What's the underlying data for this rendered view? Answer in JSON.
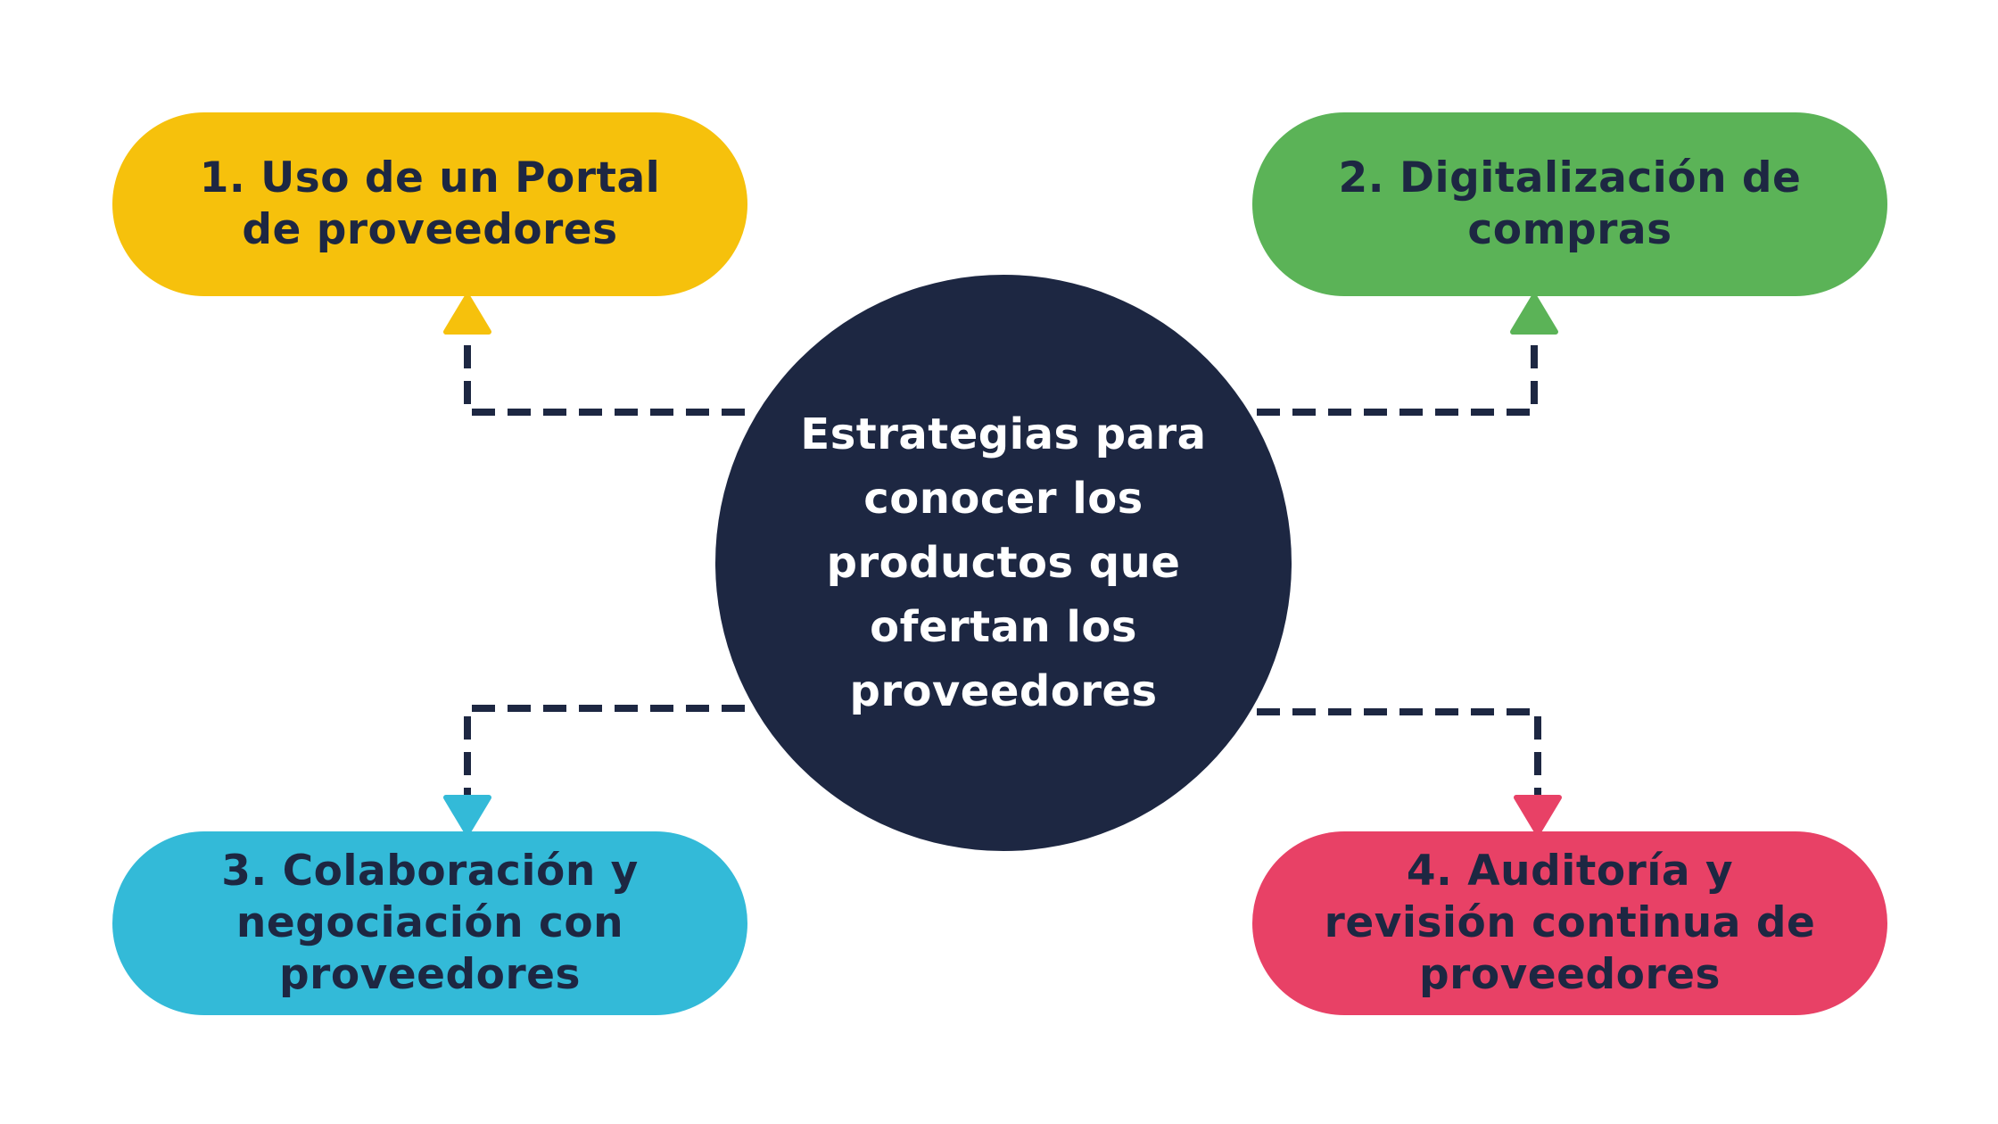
{
  "center": {
    "text": "Estrategias para conocer los productos que ofertan los proveedores",
    "color": "#1d2742"
  },
  "nodes": [
    {
      "text": "1. Uso de un Portal de proveedores",
      "color": "#f6c10c"
    },
    {
      "text": "2. Digitalización de compras",
      "color": "#5bb357"
    },
    {
      "text": "3. Colaboración y negociación con proveedores",
      "color": "#33bad8"
    },
    {
      "text": "4. Auditoría y revisión continua de proveedores",
      "color": "#e84166"
    }
  ],
  "connector_color": "#1d2742"
}
